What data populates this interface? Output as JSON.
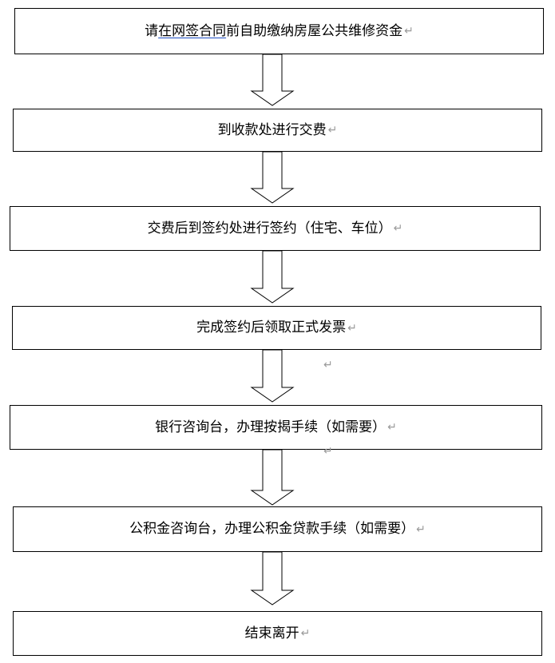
{
  "flowchart": {
    "steps": [
      {
        "pre": "请",
        "underlined": "在网签合同",
        "post": "前自助缴纳房屋公共维修资金"
      },
      {
        "pre": "到收款处进行交费",
        "underlined": "",
        "post": ""
      },
      {
        "pre": "交费后到签约处进行签约（住宅、车位）",
        "underlined": "",
        "post": ""
      },
      {
        "pre": "完成签约后领取正式发票",
        "underlined": "",
        "post": ""
      },
      {
        "pre": "银行咨询台，办理按揭手续（如需要）",
        "underlined": "",
        "post": ""
      },
      {
        "pre": "公积金咨询台，办理公积金贷款手续（如需要）",
        "underlined": "",
        "post": ""
      },
      {
        "pre": "结束离开",
        "underlined": "",
        "post": ""
      }
    ],
    "paragraph_mark": "↵"
  },
  "colors": {
    "border": "#000000",
    "arrow_fill": "#ffffff",
    "mark": "#9a9a9a",
    "underline": "#1f4fc4"
  }
}
